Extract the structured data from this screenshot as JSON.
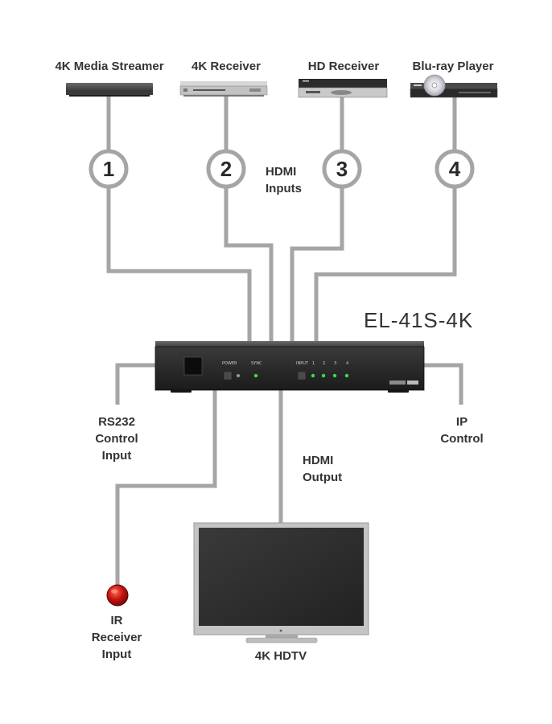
{
  "sources": [
    {
      "label": "4K Media Streamer",
      "number": "1"
    },
    {
      "label": "4K Receiver",
      "number": "2"
    },
    {
      "label": "HD Receiver",
      "number": "3"
    },
    {
      "label": "Blu-ray Player",
      "number": "4"
    }
  ],
  "hdmi_inputs": {
    "line1": "HDMI",
    "line2": "Inputs"
  },
  "device": {
    "model": "EL-41S-4K",
    "power_label": "POWER",
    "sync_label": "SYNC",
    "input_label": "INPUT",
    "input_numbers": [
      "1",
      "2",
      "3",
      "4"
    ],
    "led_color": "#3ddc4a"
  },
  "rs232": {
    "line1": "RS232",
    "line2": "Control",
    "line3": "Input"
  },
  "ip": {
    "line1": "IP",
    "line2": "Control"
  },
  "hdmi_output": {
    "line1": "HDMI",
    "line2": "Output"
  },
  "ir": {
    "line1": "IR",
    "line2": "Receiver",
    "line3": "Input",
    "color": "#c8140f"
  },
  "display": {
    "label": "4K HDTV"
  },
  "colors": {
    "cable": "#a5a5a5",
    "accent": "#333333"
  }
}
